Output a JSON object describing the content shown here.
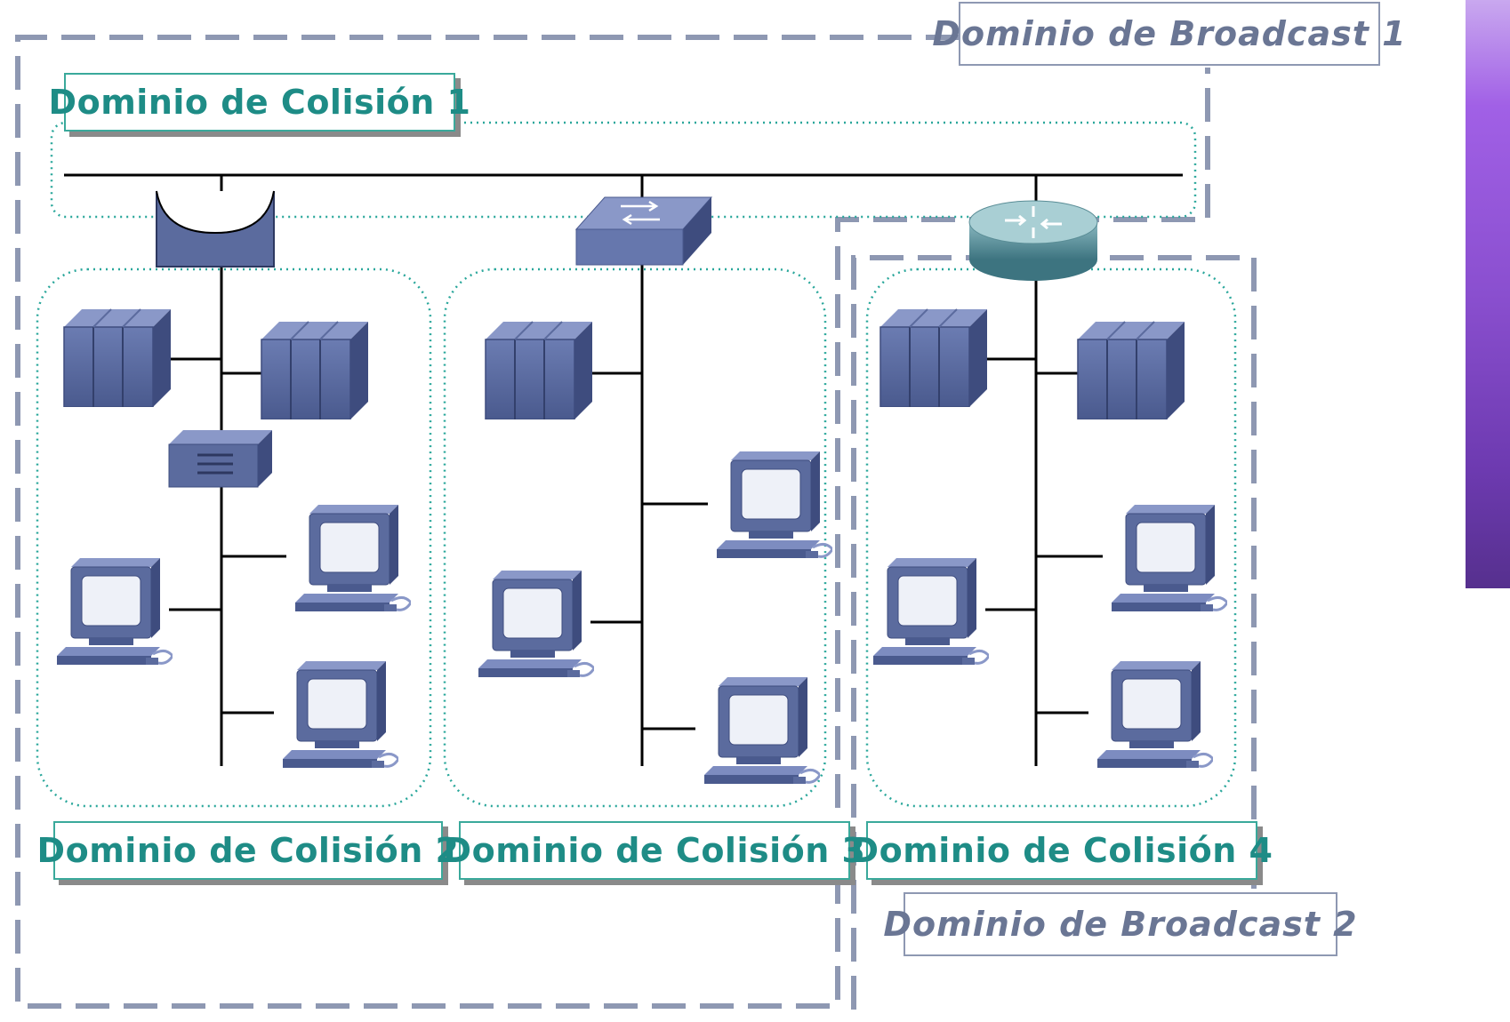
{
  "labels": {
    "broadcast_1": "Dominio de Broadcast 1",
    "broadcast_2": "Dominio de Broadcast 2",
    "collision_1": "Dominio de Colisión 1",
    "collision_2": "Dominio de Colisión 2",
    "collision_3": "Dominio de Colisión 3",
    "collision_4": "Dominio de Colisión 4"
  },
  "devices": {
    "top_bus_connectors": [
      "hub-icon",
      "switch-icon",
      "router-icon"
    ],
    "segment_1": [
      "server-icon",
      "server-icon",
      "bridge-icon",
      "workstation-icon",
      "workstation-icon",
      "workstation-icon"
    ],
    "segment_2": [
      "server-icon",
      "workstation-icon",
      "workstation-icon",
      "workstation-icon"
    ],
    "segment_3": [
      "server-icon",
      "server-icon",
      "workstation-icon",
      "workstation-icon",
      "workstation-icon"
    ]
  },
  "colors": {
    "collision_border": "#2aa79b",
    "broadcast_border": "#8e98b2",
    "device_body": "#5b6b9e",
    "accent": "#a160e6"
  }
}
